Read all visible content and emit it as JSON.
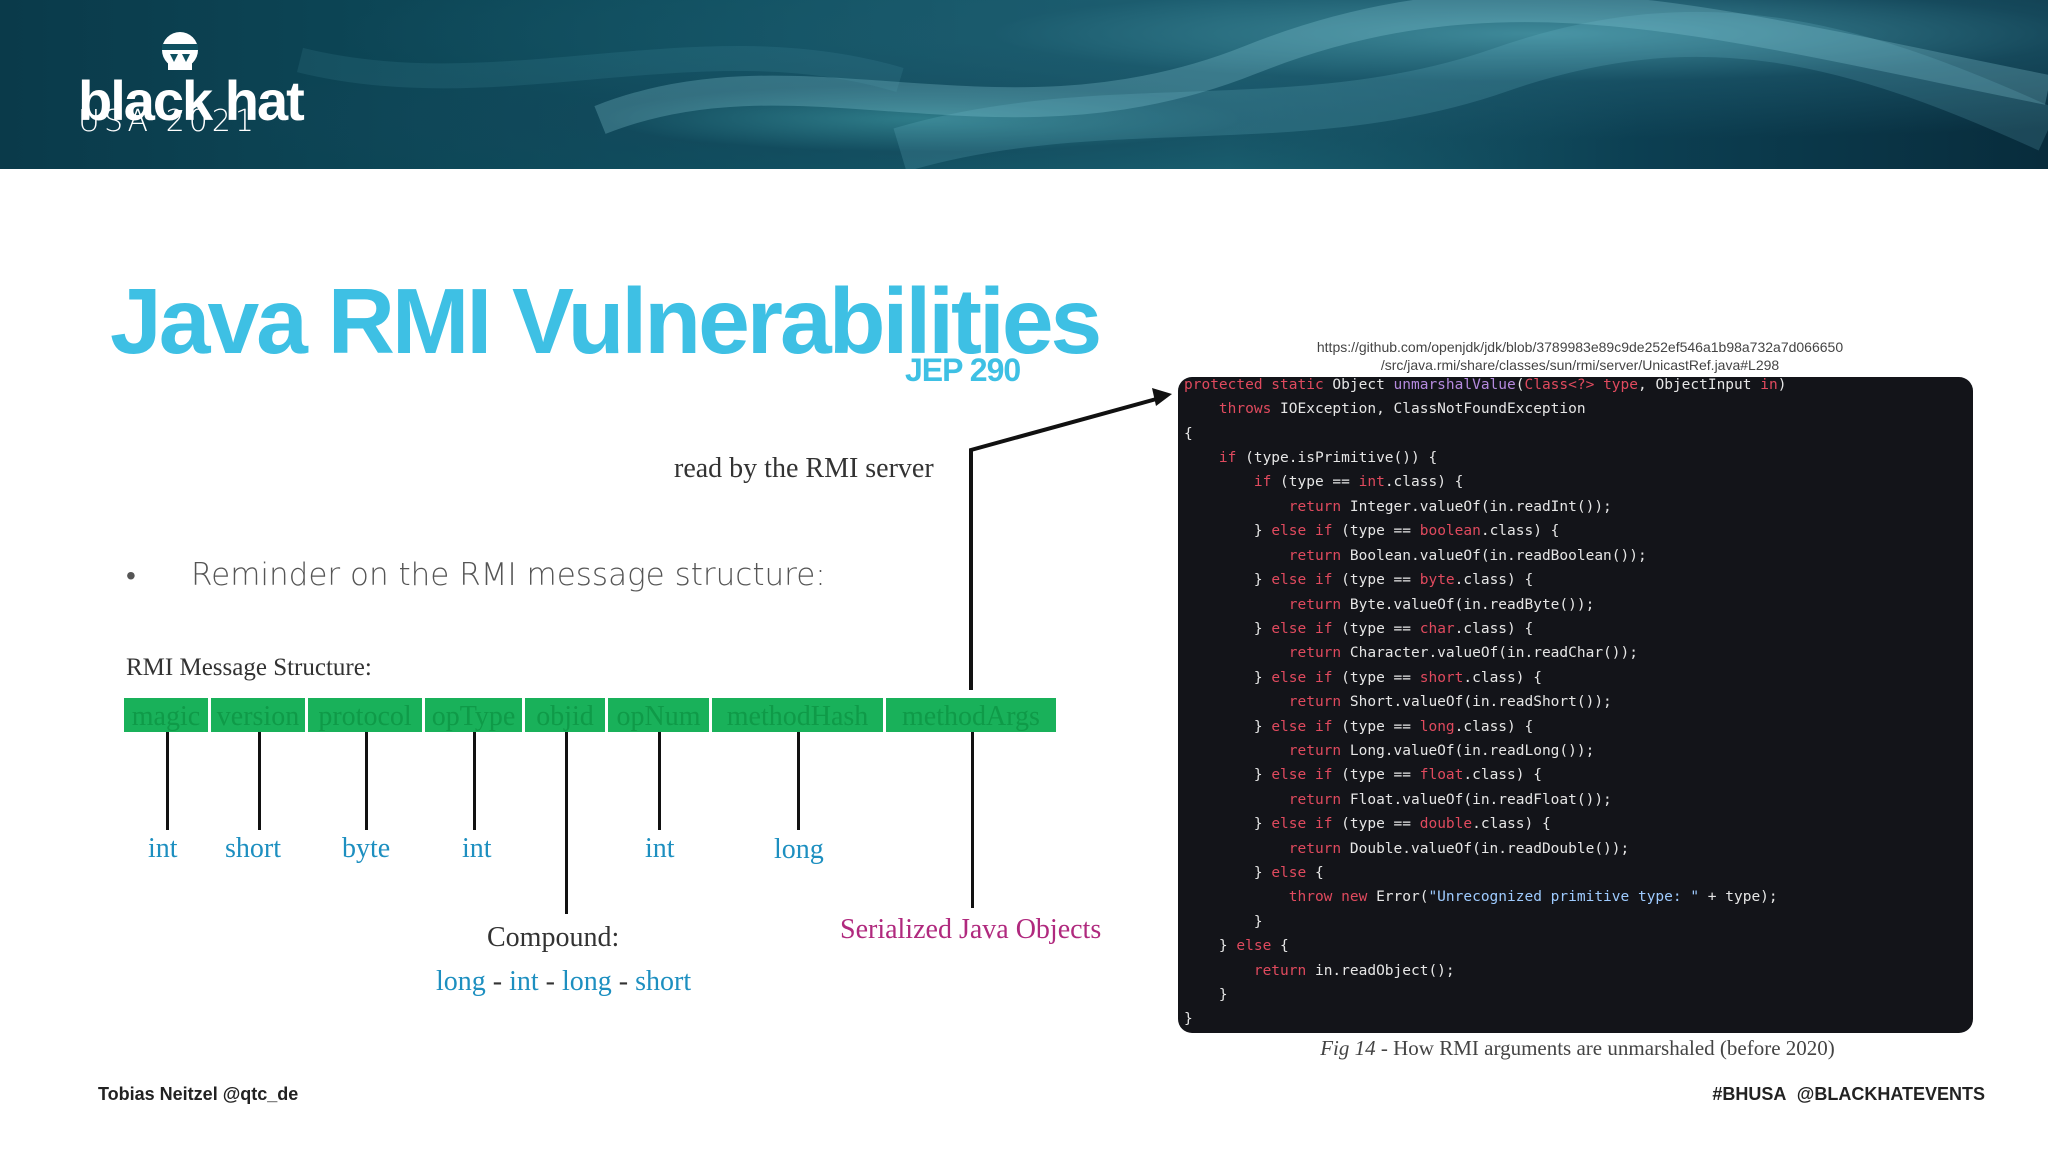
{
  "banner": {
    "logo_text": "black hat",
    "logo_sub": "USA 2021"
  },
  "slide": {
    "title": "Java RMI Vulnerabilities",
    "subtitle": "JEP 290",
    "read_label": "read by the RMI server",
    "bullet": "Reminder on the RMI message structure:",
    "struct_label": "RMI Message Structure:"
  },
  "fields": [
    {
      "label": "magic",
      "type": "int"
    },
    {
      "label": "version",
      "type": "short"
    },
    {
      "label": "protocol",
      "type": "byte"
    },
    {
      "label": "opType",
      "type": "int"
    },
    {
      "label": "objid",
      "type": ""
    },
    {
      "label": "opNum",
      "type": "int"
    },
    {
      "label": "methodHash",
      "type": "long"
    },
    {
      "label": "methodArgs",
      "type": ""
    }
  ],
  "compound": {
    "label": "Compound:",
    "parts": [
      "long",
      "int",
      "long",
      "short"
    ],
    "sep": "-"
  },
  "serialized_label": "Serialized Java Objects",
  "code_panel": {
    "url_line1": "https://github.com/openjdk/jdk/blob/3789983e89c9de252ef546a1b98a732a7d066650",
    "url_line2": "/src/java.rmi/share/classes/sun/rmi/server/UnicastRef.java#L298",
    "caption_fig": "Fig 14",
    "caption_text": " - How RMI arguments are unmarshaled (before 2020)"
  },
  "footer": {
    "left": "Tobias Neitzel @qtc_de",
    "right_tag": "#BHUSA",
    "right_handle": "@BLACKHATEVENTS"
  },
  "colors": {
    "title": "#3ec0e4",
    "field_bg": "#19b15a",
    "type_text": "#1d8fc0",
    "serialized_text": "#b0297e",
    "code_bg": "#131419"
  }
}
